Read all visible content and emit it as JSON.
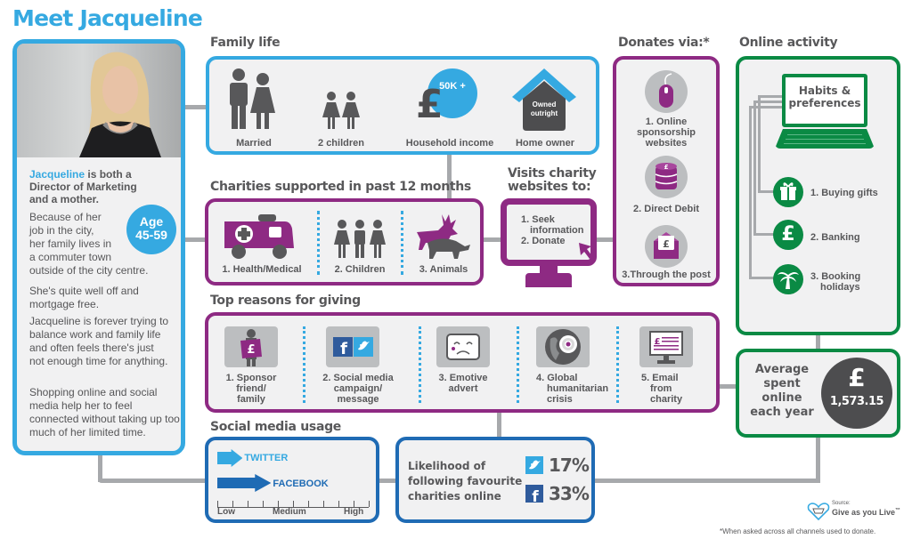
{
  "title": "Meet Jacqueline",
  "profile": {
    "photo_alt": "Portrait of Jacqueline",
    "intro_name": "Jacqueline",
    "intro_rest_1": " is both a",
    "intro_line_2": "Director of Marketing",
    "intro_line_3": "and a mother.",
    "age_label": "Age",
    "age_range": "45-59",
    "para1_lines": [
      "Because of her",
      "job in the city,",
      "her family lives in",
      "a commuter town",
      "outside of the city centre."
    ],
    "para2": "She's quite well off and mortgage free.",
    "para3": "Jacqueline is forever trying to balance work and family life and often feels there's just not enough time for anything.",
    "para4": "Shopping online and social media help her to feel connected without taking up too much of her limited time."
  },
  "family_life": {
    "title": "Family life",
    "items": [
      {
        "label": "Married",
        "icon": "couple-icon"
      },
      {
        "label": "2 children",
        "icon": "children-icon"
      },
      {
        "label": "Household income",
        "icon": "pound-icon",
        "badge": "50K +"
      },
      {
        "label": "Home owner",
        "icon": "house-icon",
        "badge_line1": "Owned",
        "badge_line2": "outright"
      }
    ]
  },
  "charities": {
    "title": "Charities supported in past 12 months",
    "items": [
      {
        "label": "1. Health/Medical",
        "icon": "ambulance-icon"
      },
      {
        "label": "2. Children",
        "icon": "children-icon"
      },
      {
        "label": "3. Animals",
        "icon": "animals-icon"
      }
    ]
  },
  "visits": {
    "title_line1": "Visits charity",
    "title_line2": "websites to:",
    "items": [
      "1. Seek",
      "information",
      "2. Donate"
    ]
  },
  "donates": {
    "title": "Donates via:*",
    "items": [
      {
        "label_lines": [
          "1. Online",
          "sponsorship",
          "websites"
        ],
        "icon": "mouse-icon"
      },
      {
        "label_lines": [
          "2. Direct Debit"
        ],
        "icon": "coins-icon"
      },
      {
        "label_lines": [
          "3.Through the post"
        ],
        "icon": "envelope-icon"
      }
    ]
  },
  "online_activity": {
    "title": "Online activity",
    "laptop_line1": "Habits &",
    "laptop_line2": "preferences",
    "items": [
      {
        "label_lines": [
          "1. Buying gifts"
        ],
        "icon": "gift-icon"
      },
      {
        "label_lines": [
          "2. Banking"
        ],
        "icon": "pound-icon"
      },
      {
        "label_lines": [
          "3. Booking",
          "holidays"
        ],
        "icon": "palm-tree-icon"
      }
    ]
  },
  "average_spent": {
    "label_lines": [
      "Average",
      "spent",
      "online",
      "each year"
    ],
    "currency": "£",
    "amount": "1,573.15"
  },
  "reasons": {
    "title": "Top reasons for giving",
    "items": [
      {
        "label_lines": [
          "1. Sponsor",
          "friend/",
          "family"
        ],
        "icon": "sponsor-icon"
      },
      {
        "label_lines": [
          "2. Social media",
          "campaign/",
          "message"
        ],
        "icon": "social-media-icon"
      },
      {
        "label_lines": [
          "3. Emotive",
          "advert"
        ],
        "icon": "sad-face-icon"
      },
      {
        "label_lines": [
          "4. Global",
          "humanitarian",
          "crisis"
        ],
        "icon": "globe-target-icon"
      },
      {
        "label_lines": [
          "5. Email",
          "from",
          "charity"
        ],
        "icon": "email-monitor-icon"
      }
    ]
  },
  "social_usage": {
    "title": "Social media usage",
    "twitter_label": "TWITTER",
    "facebook_label": "FACEBOOK",
    "twitter_level": 0.12,
    "facebook_level": 0.32,
    "scale_low": "Low",
    "scale_medium": "Medium",
    "scale_high": "High"
  },
  "likelihood": {
    "label_lines": [
      "Likelihood of",
      "following favourite",
      "charities online"
    ],
    "twitter_pct": "17%",
    "facebook_pct": "33%"
  },
  "footer": {
    "source_label": "Source:",
    "source_name": "Give as you Live",
    "source_tm": "™",
    "footnote": "*When asked across all channels used to donate."
  },
  "colors": {
    "blue": "#35a9e1",
    "purple": "#8e2a83",
    "green": "#0a8a44",
    "dark_blue": "#1f6bb4",
    "dark_grey": "#58585a"
  }
}
